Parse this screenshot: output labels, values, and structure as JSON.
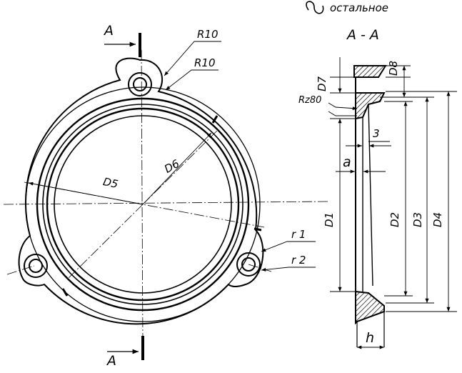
{
  "roughness_note": {
    "symbol": "∼",
    "text": "остальное"
  },
  "section_title": "А - А",
  "cut_labels": {
    "top": "А",
    "bottom": "А"
  },
  "front_labels": {
    "r10_a": "R10",
    "r10_b": "R10",
    "d6": "D6",
    "d5": "D5",
    "r1": "r 1",
    "r2": "r 2"
  },
  "section_labels": {
    "d7": "D7",
    "d8": "D8",
    "roughness": "Rz80",
    "dim_3": "3",
    "dim_a": "a",
    "d1": "D1",
    "d2": "D2",
    "d3": "D3",
    "d4": "D4",
    "h": "h"
  }
}
